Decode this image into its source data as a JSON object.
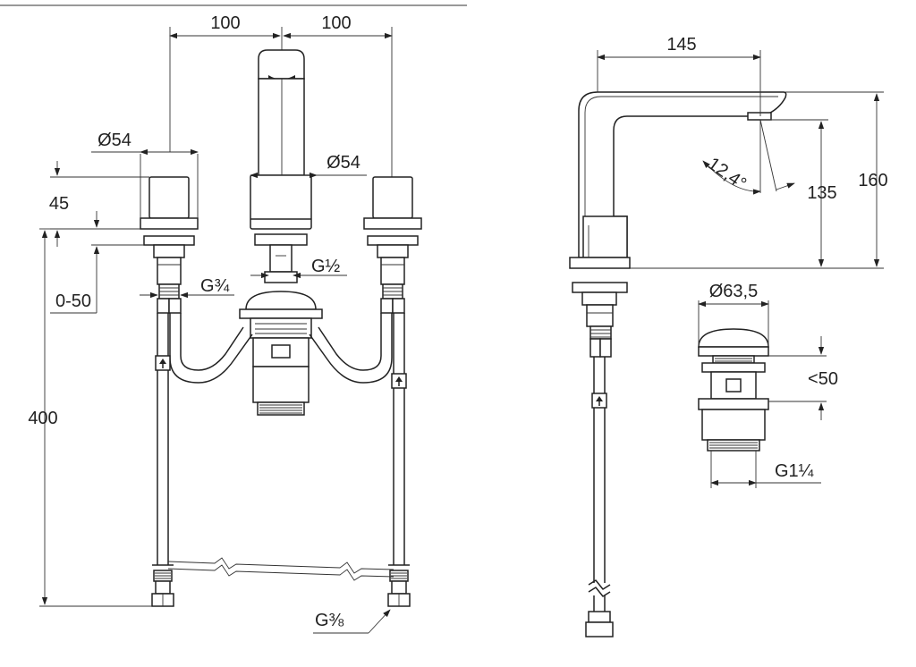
{
  "figure": {
    "front_view": {
      "spacing_left": "100",
      "spacing_right": "100",
      "handle_diameter": "Ø54",
      "spout_diameter": "Ø54",
      "height_above_deck": "45",
      "deck_thickness": "0-50",
      "hose_length": "400",
      "handle_thread": "G¾",
      "spout_thread": "G½",
      "hose_connection_thread": "G⅜"
    },
    "side_view": {
      "projection": "145",
      "spout_height": "160",
      "outlet_height": "135",
      "outlet_angle": "12,4°"
    },
    "waste_view": {
      "plug_diameter": "Ø63,5",
      "deck_range": "<50",
      "waste_thread": "G1¼"
    }
  }
}
